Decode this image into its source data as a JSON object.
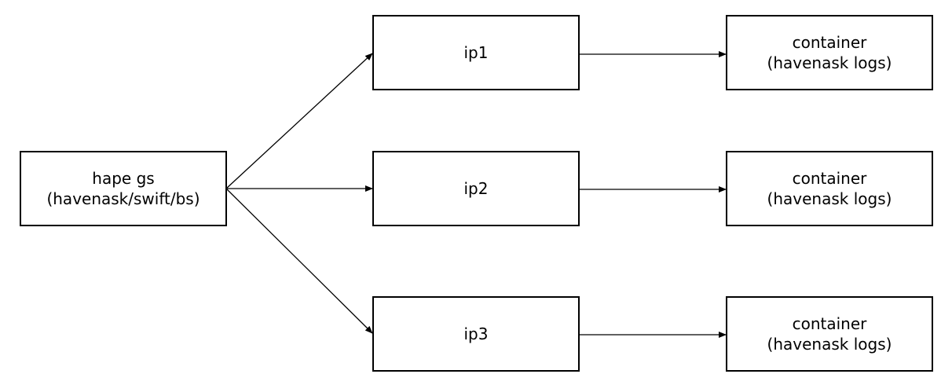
{
  "source": {
    "line1": "hape gs",
    "line2": "(havenask/swift/bs)"
  },
  "ips": [
    {
      "label": "ip1"
    },
    {
      "label": "ip2"
    },
    {
      "label": "ip3"
    }
  ],
  "containers": [
    {
      "line1": "container",
      "line2": "(havenask logs)"
    },
    {
      "line1": "container",
      "line2": "(havenask logs)"
    },
    {
      "line1": "container",
      "line2": "(havenask logs)"
    }
  ]
}
